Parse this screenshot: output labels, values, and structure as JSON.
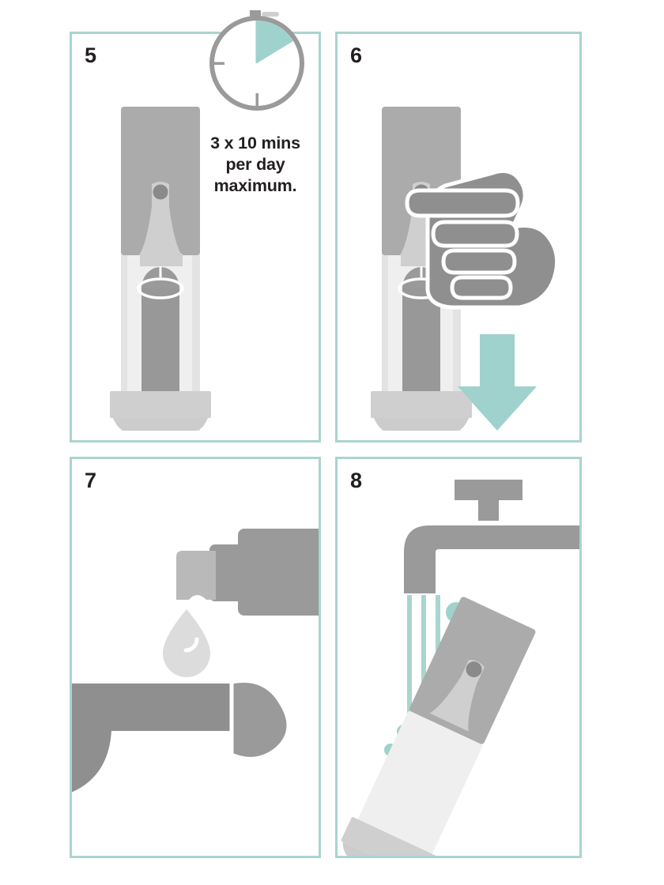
{
  "document": {
    "title": "Device usage instructions steps 5 to 8",
    "background_color": "#ffffff",
    "panel_border_color": "#a9d5ce",
    "accent_teal": "#9fd2cc",
    "mid_gray": "#9a9a9a",
    "light_gray": "#d5d5d5",
    "dark_gray": "#8a8a8a",
    "text_color": "#231f20"
  },
  "panels": [
    {
      "number": "5",
      "name": "panel-step-5",
      "caption_lines": [
        "3 x 10 mins",
        "per day",
        "maximum."
      ],
      "graphics": [
        {
          "name": "stopwatch-icon",
          "label": "stopwatch"
        },
        {
          "name": "pump-device-illustration",
          "label": "pump device"
        }
      ]
    },
    {
      "number": "6",
      "name": "panel-step-6",
      "caption_lines": [],
      "graphics": [
        {
          "name": "pump-device-illustration",
          "label": "pump device"
        },
        {
          "name": "hand-pressing-button-icon",
          "label": "hand pressing release valve"
        },
        {
          "name": "down-arrow-icon",
          "label": "downward arrow"
        }
      ]
    },
    {
      "number": "7",
      "name": "panel-step-7",
      "caption_lines": [],
      "graphics": [
        {
          "name": "lubricant-bottle-icon",
          "label": "lubricant bottle"
        },
        {
          "name": "droplet-icon",
          "label": "lubricant droplet"
        },
        {
          "name": "anatomy-illustration",
          "label": "anatomy"
        }
      ]
    },
    {
      "number": "8",
      "name": "panel-step-8",
      "caption_lines": [],
      "graphics": [
        {
          "name": "faucet-icon",
          "label": "running tap"
        },
        {
          "name": "water-stream-icon",
          "label": "water streams"
        },
        {
          "name": "bubbles-icon",
          "label": "water bubbles"
        },
        {
          "name": "pump-device-illustration",
          "label": "pump device being rinsed"
        }
      ]
    }
  ],
  "caption_5": {
    "line1": "3 x 10 mins",
    "line2": "per day",
    "line3": "maximum."
  }
}
